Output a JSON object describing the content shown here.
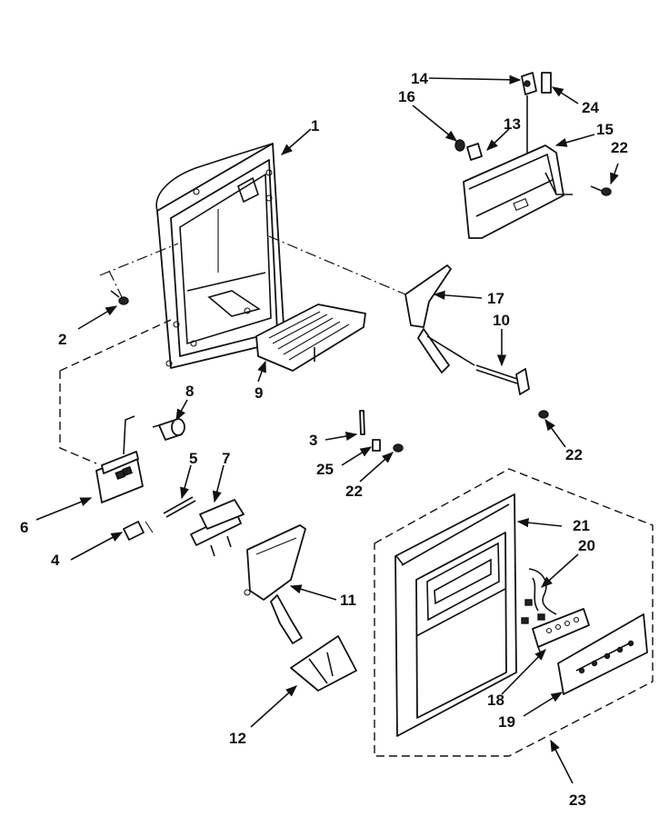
{
  "header_fragments": [
    "",
    "",
    ""
  ],
  "labels": [
    "1",
    "2",
    "3",
    "4",
    "5",
    "6",
    "7",
    "8",
    "9",
    "10",
    "11",
    "12",
    "13",
    "14",
    "15",
    "16",
    "17",
    "18",
    "19",
    "20",
    "21",
    "22",
    "22",
    "22",
    "23",
    "24",
    "25"
  ]
}
